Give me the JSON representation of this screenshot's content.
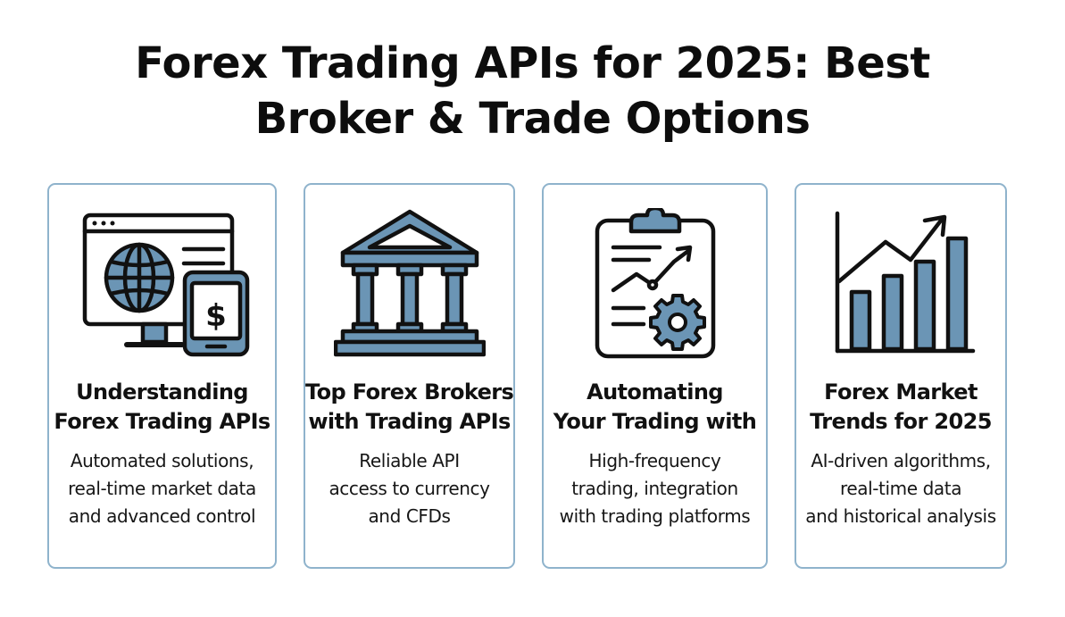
{
  "title": {
    "line1": "Forex Trading APIs for 2025: Best",
    "line2": "Broker & Trade Options"
  },
  "colors": {
    "card_border": "#8fb3cc",
    "icon_fill": "#6b95b5",
    "icon_stroke": "#111111"
  },
  "cards": [
    {
      "icon": "monitor-globe-phone-dollar-icon",
      "heading": [
        "Understanding",
        "Forex Trading APIs"
      ],
      "text": [
        "Automated solutions,",
        "real-time market data",
        "and advanced control"
      ]
    },
    {
      "icon": "bank-building-icon",
      "heading": [
        "Top Forex Brokers",
        "with Trading APIs"
      ],
      "text": [
        "Reliable API",
        "access to currency",
        "and CFDs"
      ]
    },
    {
      "icon": "clipboard-chart-gear-icon",
      "heading": [
        "Automating",
        "Your Trading with"
      ],
      "text": [
        "High-frequency",
        "trading, integration",
        "with trading platforms"
      ]
    },
    {
      "icon": "bar-chart-trend-arrow-icon",
      "heading": [
        "Forex Market",
        "Trends for 2025"
      ],
      "text": [
        "AI-driven algorithms,",
        "real-time data",
        "and historical analysis"
      ]
    }
  ]
}
